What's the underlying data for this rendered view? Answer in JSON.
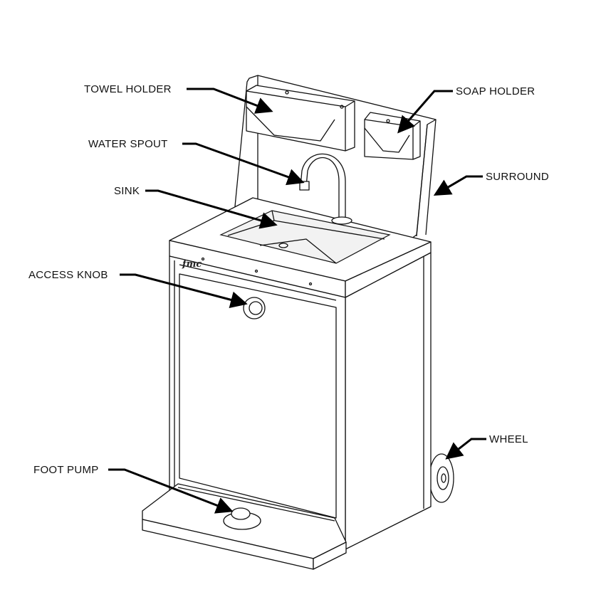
{
  "title": "Portable hand wash sink diagram",
  "logo_text": "fmc",
  "labels": {
    "towel_holder": "TOWEL HOLDER",
    "soap_holder": "SOAP HOLDER",
    "water_spout": "WATER SPOUT",
    "surround": "SURROUND",
    "sink": "SINK",
    "access_knob": "ACCESS KNOB",
    "wheel": "WHEEL",
    "foot_pump": "FOOT PUMP"
  }
}
